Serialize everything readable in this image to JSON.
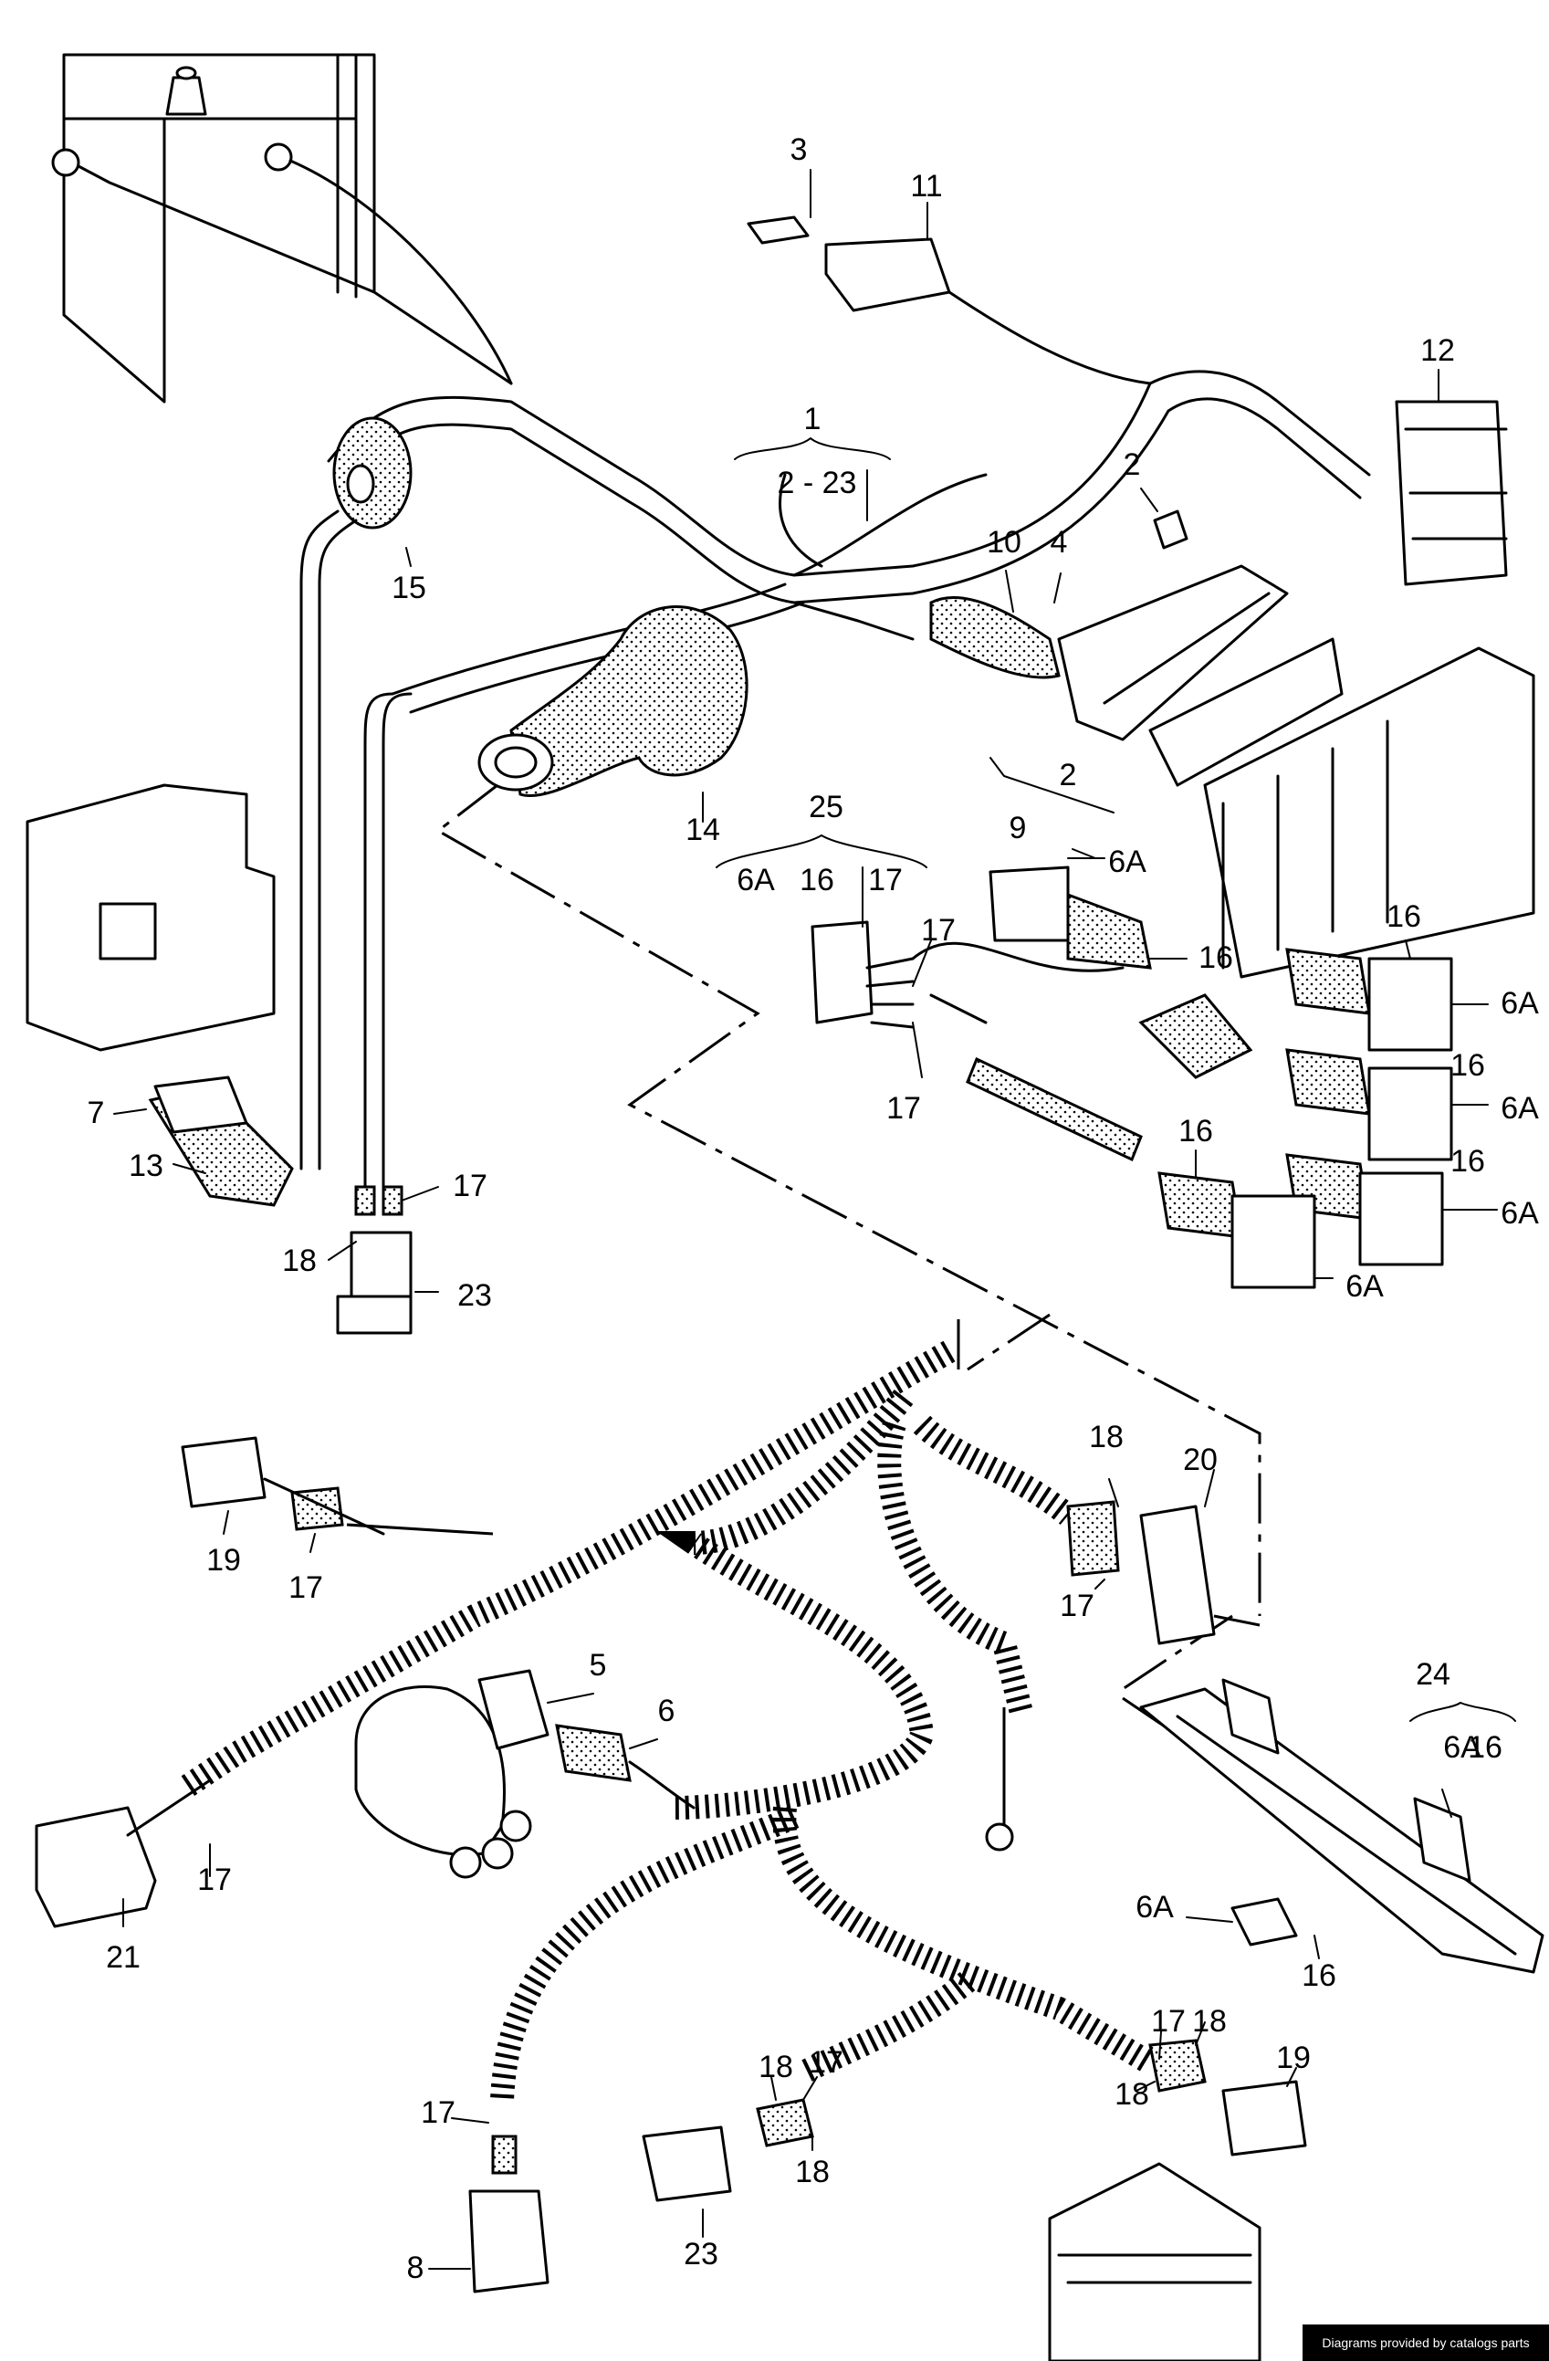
{
  "callouts": [
    {
      "id": "c1",
      "text": "1"
    },
    {
      "id": "c1r",
      "text": "2 - 23"
    },
    {
      "id": "c2a",
      "text": "2"
    },
    {
      "id": "c2b",
      "text": "2"
    },
    {
      "id": "c3",
      "text": "3"
    },
    {
      "id": "c4",
      "text": "4"
    },
    {
      "id": "c5",
      "text": "5"
    },
    {
      "id": "c6",
      "text": "6"
    },
    {
      "id": "c6a1",
      "text": "6A"
    },
    {
      "id": "c6a2",
      "text": "6A"
    },
    {
      "id": "c6a3",
      "text": "6A"
    },
    {
      "id": "c6a4",
      "text": "6A"
    },
    {
      "id": "c6a5",
      "text": "6A"
    },
    {
      "id": "c6a6",
      "text": "6A"
    },
    {
      "id": "c6a7",
      "text": "6A"
    },
    {
      "id": "c6a8",
      "text": "6A"
    },
    {
      "id": "c7",
      "text": "7"
    },
    {
      "id": "c8",
      "text": "8"
    },
    {
      "id": "c9",
      "text": "9"
    },
    {
      "id": "c10",
      "text": "10"
    },
    {
      "id": "c11",
      "text": "11"
    },
    {
      "id": "c12",
      "text": "12"
    },
    {
      "id": "c13",
      "text": "13"
    },
    {
      "id": "c14",
      "text": "14"
    },
    {
      "id": "c15",
      "text": "15"
    },
    {
      "id": "c16a",
      "text": "16"
    },
    {
      "id": "c16b",
      "text": "16"
    },
    {
      "id": "c16c",
      "text": "16"
    },
    {
      "id": "c16d",
      "text": "16"
    },
    {
      "id": "c16e",
      "text": "16"
    },
    {
      "id": "c16f",
      "text": "16"
    },
    {
      "id": "c16g",
      "text": "16"
    },
    {
      "id": "c16h",
      "text": "16"
    },
    {
      "id": "c17a",
      "text": "17"
    },
    {
      "id": "c17b",
      "text": "17"
    },
    {
      "id": "c17c",
      "text": "17"
    },
    {
      "id": "c17d",
      "text": "17"
    },
    {
      "id": "c17e",
      "text": "17"
    },
    {
      "id": "c17f",
      "text": "17"
    },
    {
      "id": "c17g",
      "text": "17"
    },
    {
      "id": "c17h",
      "text": "17"
    },
    {
      "id": "c17i",
      "text": "17"
    },
    {
      "id": "c17j",
      "text": "17"
    },
    {
      "id": "c18a",
      "text": "18"
    },
    {
      "id": "c18b",
      "text": "18"
    },
    {
      "id": "c18c",
      "text": "18"
    },
    {
      "id": "c18d",
      "text": "18"
    },
    {
      "id": "c18e",
      "text": "18"
    },
    {
      "id": "c18f",
      "text": "18"
    },
    {
      "id": "c19a",
      "text": "19"
    },
    {
      "id": "c19b",
      "text": "19"
    },
    {
      "id": "c20",
      "text": "20"
    },
    {
      "id": "c21",
      "text": "21"
    },
    {
      "id": "c23a",
      "text": "23"
    },
    {
      "id": "c23b",
      "text": "23"
    },
    {
      "id": "c24",
      "text": "24"
    },
    {
      "id": "c25",
      "text": "25"
    }
  ],
  "footer": {
    "text": "Diagrams provided by catalogs parts"
  }
}
